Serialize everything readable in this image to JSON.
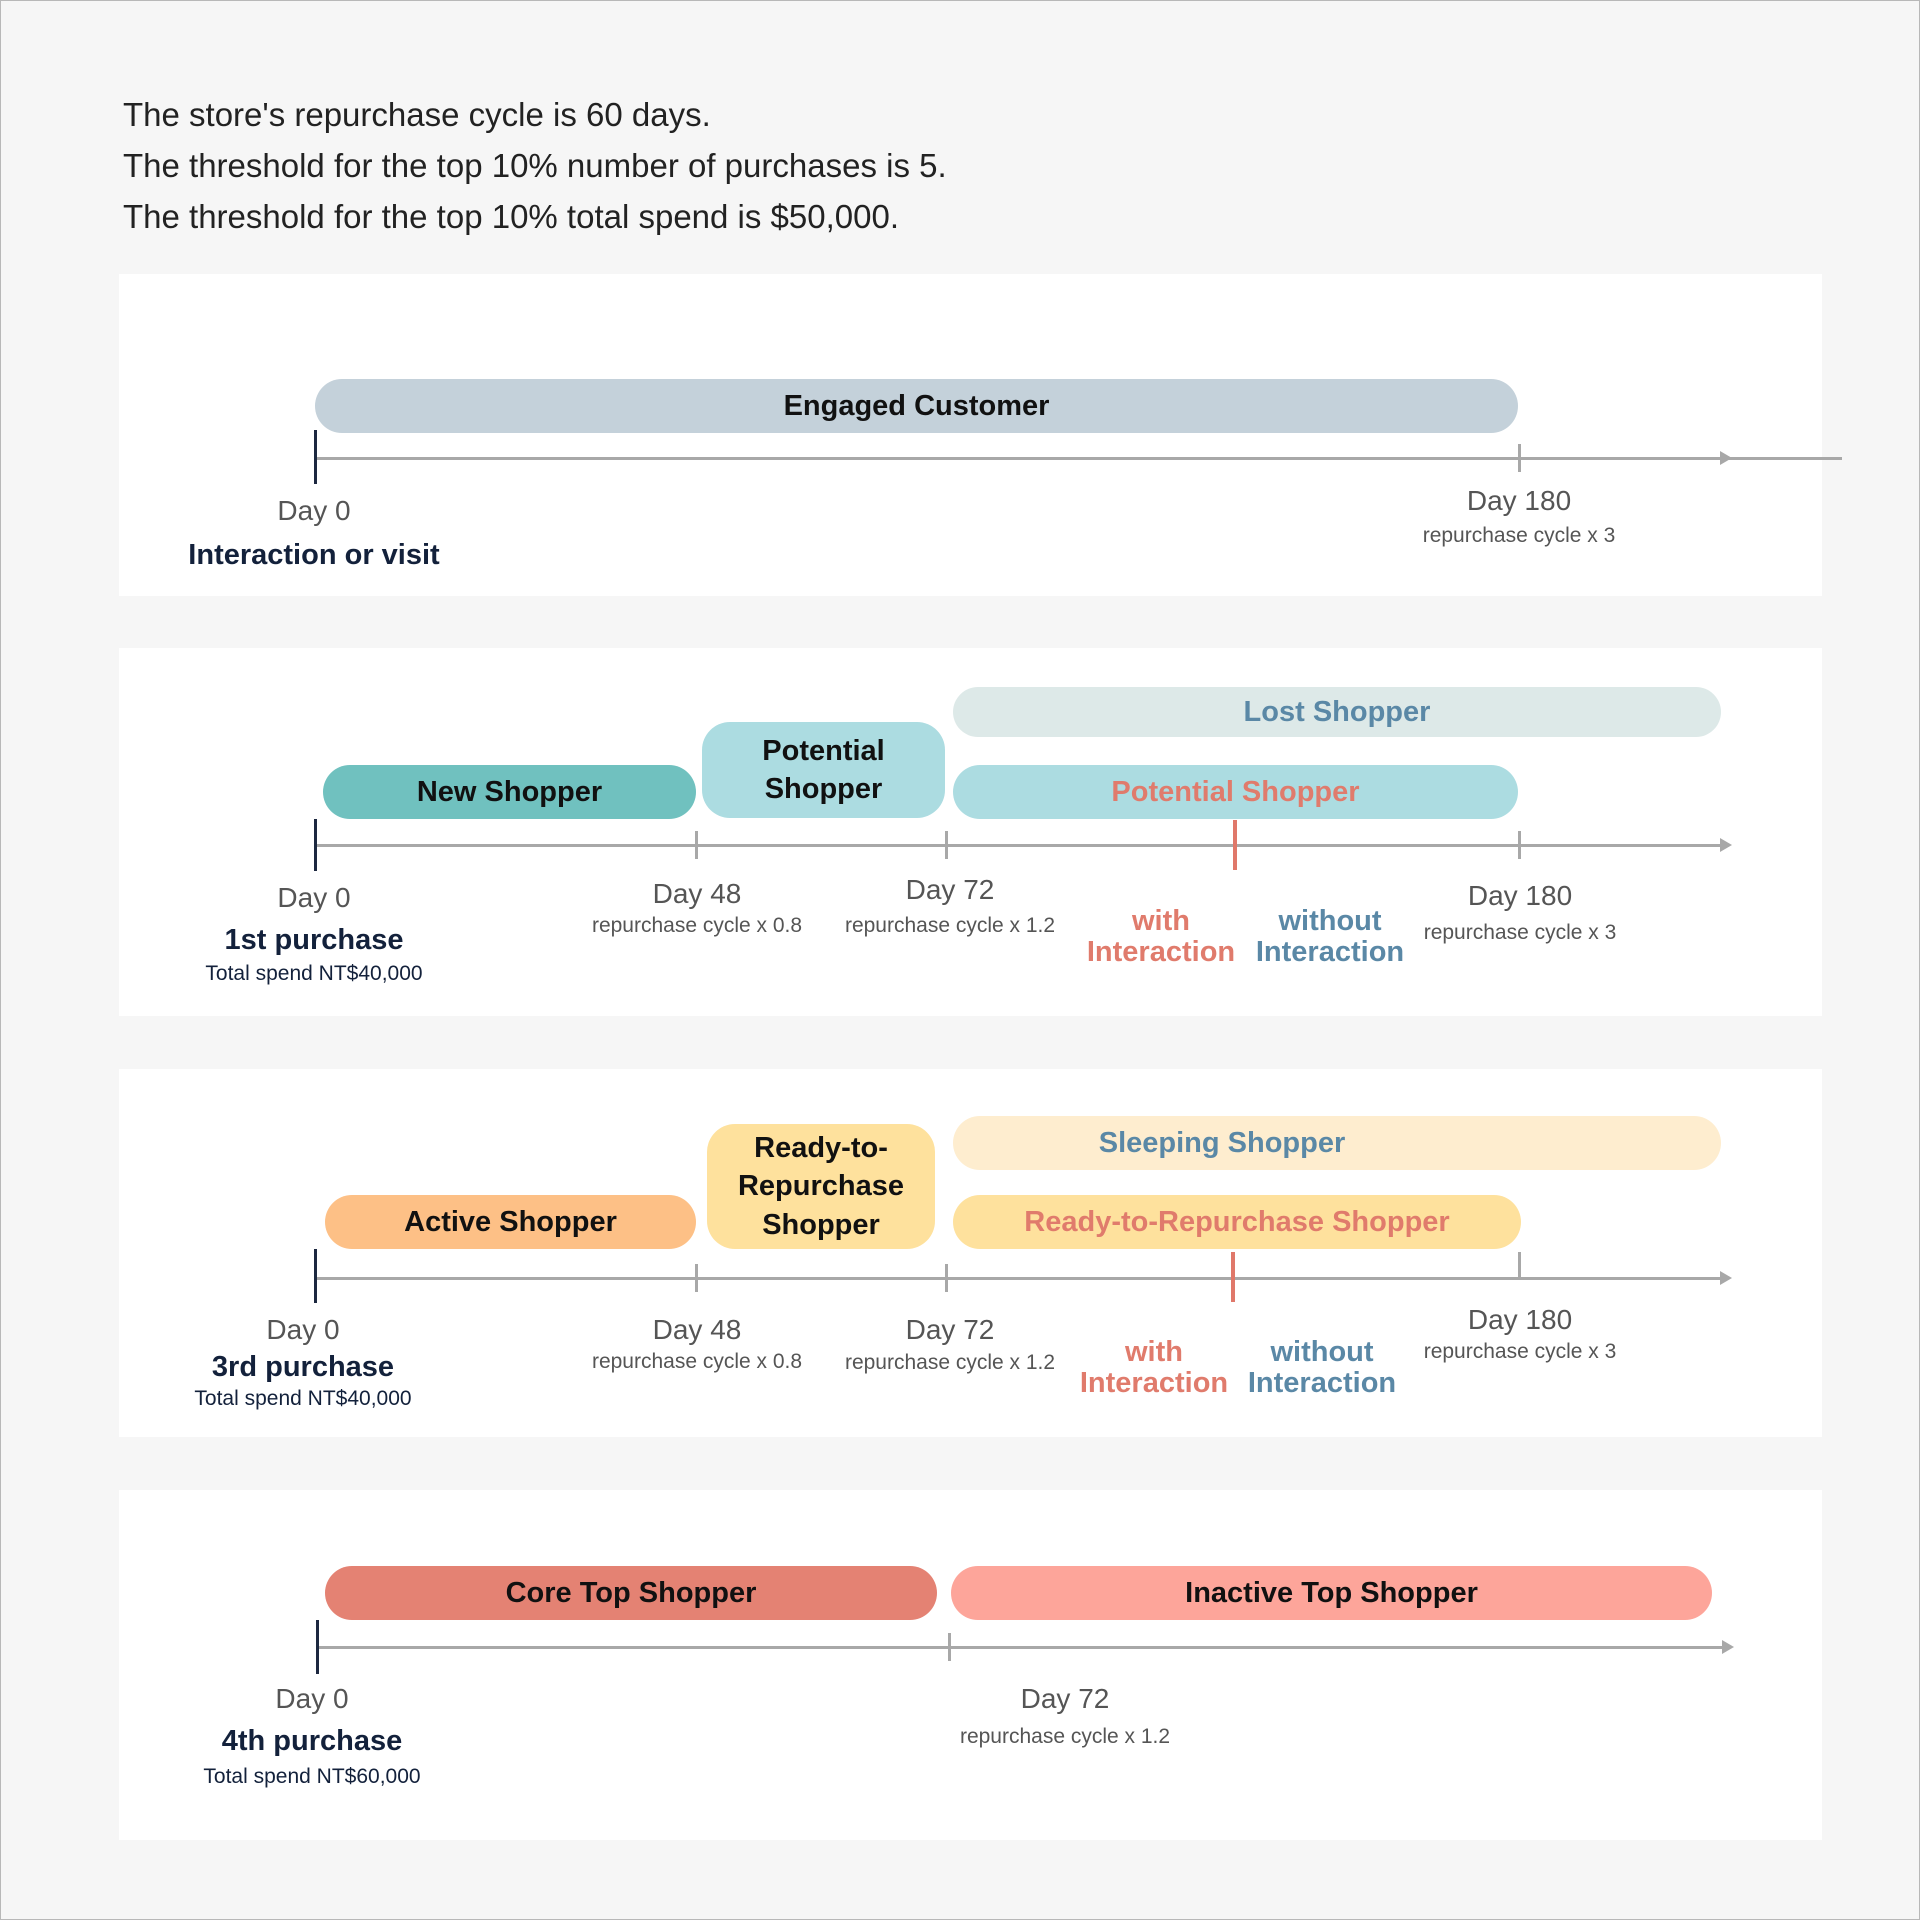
{
  "intro": {
    "line1": "The store's repurchase cycle is 60 days.",
    "line2": "The threshold for the top 10% number of purchases is 5.",
    "line3": "The threshold for the top 10% total spend is $50,000."
  },
  "panel1": {
    "engaged": "Engaged Customer",
    "day0": "Day 0",
    "event": "Interaction or visit",
    "day180": "Day 180",
    "cycle_x3": "repurchase cycle x 3"
  },
  "panel2": {
    "lost": "Lost Shopper",
    "new": "New Shopper",
    "potential_stacked": "Potential Shopper",
    "potential_wide": "Potential Shopper",
    "day0": "Day  0",
    "event": "1st purchase",
    "spend": "Total spend NT$40,000",
    "day48": "Day 48",
    "cycle_x08": "repurchase cycle x 0.8",
    "day72": "Day 72",
    "cycle_x12": "repurchase cycle x 1.2",
    "with": "with Interaction",
    "without": "without Interaction",
    "day180": "Day 180",
    "cycle_x3": "repurchase cycle x 3"
  },
  "panel3": {
    "sleeping": "Sleeping Shopper",
    "active": "Active Shopper",
    "ready_stacked": "Ready-to- Repurchase Shopper",
    "ready_wide": "Ready-to-Repurchase Shopper",
    "day0": "Day 0",
    "event": "3rd purchase",
    "spend": "Total spend  NT$40,000",
    "day48": "Day 48",
    "cycle_x08": "repurchase cycle x 0.8",
    "day72": "Day 72",
    "cycle_x12": "repurchase cycle x 1.2",
    "with": "with Interaction",
    "without": "without Interaction",
    "day180": "Day 180",
    "cycle_x3": "repurchase cycle x 3"
  },
  "panel4": {
    "core": "Core Top Shopper",
    "inactive": "Inactive Top Shopper",
    "day0": "Day 0",
    "event": "4th purchase",
    "spend": "Total spend NT$60,000",
    "day72": "Day 72",
    "cycle_x12": "repurchase cycle x 1.2"
  },
  "colors": {
    "engaged": "#c4d1da",
    "new_shopper": "#70c1bf",
    "potential_shopper": "#acdce1",
    "lost_shopper": "#dde9e8",
    "active_shopper": "#fdc086",
    "ready_to_repurchase": "#fee19d",
    "sleeping_shopper": "#feedcf",
    "core_top": "#e48273",
    "inactive_top": "#fda59a",
    "with_interaction_text": "#e07b6c",
    "without_interaction_text": "#5a88a6"
  }
}
